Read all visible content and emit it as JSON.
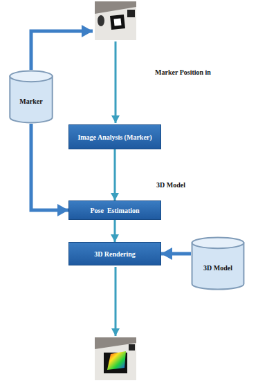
{
  "diagram": {
    "nodes": [
      {
        "text": [
          "Marker"
        ]
      },
      {
        "text": [
          "Image Analysis (Marker)"
        ]
      },
      {
        "text": [
          "Pose  Estimation"
        ]
      },
      {
        "text": [
          "3D Rendering"
        ]
      },
      {
        "text": [
          "3D Model"
        ]
      }
    ],
    "edges": [
      {
        "from": 0,
        "to": 2,
        "arrow": "to"
      },
      {
        "from": 1,
        "to": 2,
        "arrow": "to"
      },
      {
        "from": 2,
        "to": 3,
        "arrow": "to"
      },
      {
        "from": 4,
        "to": 3,
        "arrow": "to"
      }
    ],
    "labels": [
      "Marker Position in",
      "3D Model"
    ]
  }
}
